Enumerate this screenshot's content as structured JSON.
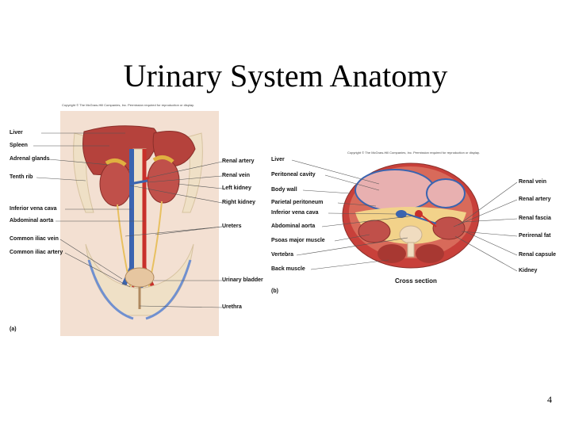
{
  "slide": {
    "title": "Urinary System Anatomy",
    "page_number": "4"
  },
  "panel_a": {
    "copyright": "Copyright © The McGraw-Hill Companies, Inc. Permission required for reproduction or display.",
    "tag": "(a)",
    "labels_left": [
      "Liver",
      "Spleen",
      "Adrenal glands",
      "Tenth rib",
      "Inferior vena cava",
      "Abdominal aorta",
      "Common iliac vein",
      "Common iliac artery"
    ],
    "labels_right": [
      "Renal artery",
      "Renal vein",
      "Left kidney",
      "Right kidney",
      "Ureters",
      "Urinary bladder",
      "Urethra"
    ]
  },
  "panel_b": {
    "copyright": "Copyright © The McGraw-Hill Companies, Inc. Permission required for reproduction or display.",
    "tag": "(b)",
    "caption": "Cross section",
    "labels_left": [
      "Liver",
      "Peritoneal cavity",
      "Body wall",
      "Parietal peritoneum",
      "Inferior vena cava",
      "Abdominal aorta",
      "Psoas major muscle",
      "Vertebra",
      "Back muscle"
    ],
    "labels_right": [
      "Renal vein",
      "Renal artery",
      "Renal fascia",
      "Perirenal fat",
      "Renal capsule",
      "Kidney"
    ]
  },
  "colors": {
    "organ": "#c0504a",
    "fat": "#f2d28a",
    "bone": "#f0dcc0",
    "vein": "#3a64b0",
    "artery": "#c8302a",
    "skin": "#f3e0d2"
  }
}
